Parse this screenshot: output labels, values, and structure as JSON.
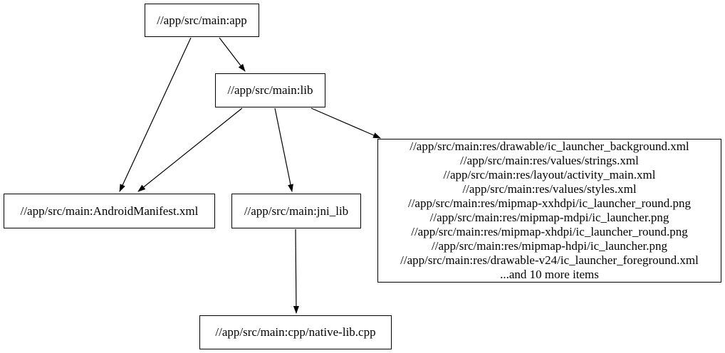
{
  "nodes": {
    "app": {
      "label": "//app/src/main:app"
    },
    "lib": {
      "label": "//app/src/main:lib"
    },
    "manifest": {
      "label": "//app/src/main:AndroidManifest.xml"
    },
    "jni_lib": {
      "label": "//app/src/main:jni_lib"
    },
    "native_lib": {
      "label": "//app/src/main:cpp/native-lib.cpp"
    },
    "resources": {
      "lines": [
        "//app/src/main:res/drawable/ic_launcher_background.xml",
        "//app/src/main:res/values/strings.xml",
        "//app/src/main:res/layout/activity_main.xml",
        "//app/src/main:res/values/styles.xml",
        "//app/src/main:res/mipmap-xxhdpi/ic_launcher_round.png",
        "//app/src/main:res/mipmap-mdpi/ic_launcher.png",
        "//app/src/main:res/mipmap-xhdpi/ic_launcher_round.png",
        "//app/src/main:res/mipmap-hdpi/ic_launcher.png",
        "//app/src/main:res/drawable-v24/ic_launcher_foreground.xml",
        "...and 10 more items"
      ]
    }
  },
  "edges": [
    {
      "from": "app",
      "to": "manifest"
    },
    {
      "from": "app",
      "to": "lib"
    },
    {
      "from": "lib",
      "to": "manifest"
    },
    {
      "from": "lib",
      "to": "jni_lib"
    },
    {
      "from": "lib",
      "to": "resources"
    },
    {
      "from": "jni_lib",
      "to": "native_lib"
    }
  ],
  "colors": {
    "background": "#ffffff",
    "node_border": "#000000",
    "edge": "#000000",
    "text": "#000000"
  }
}
